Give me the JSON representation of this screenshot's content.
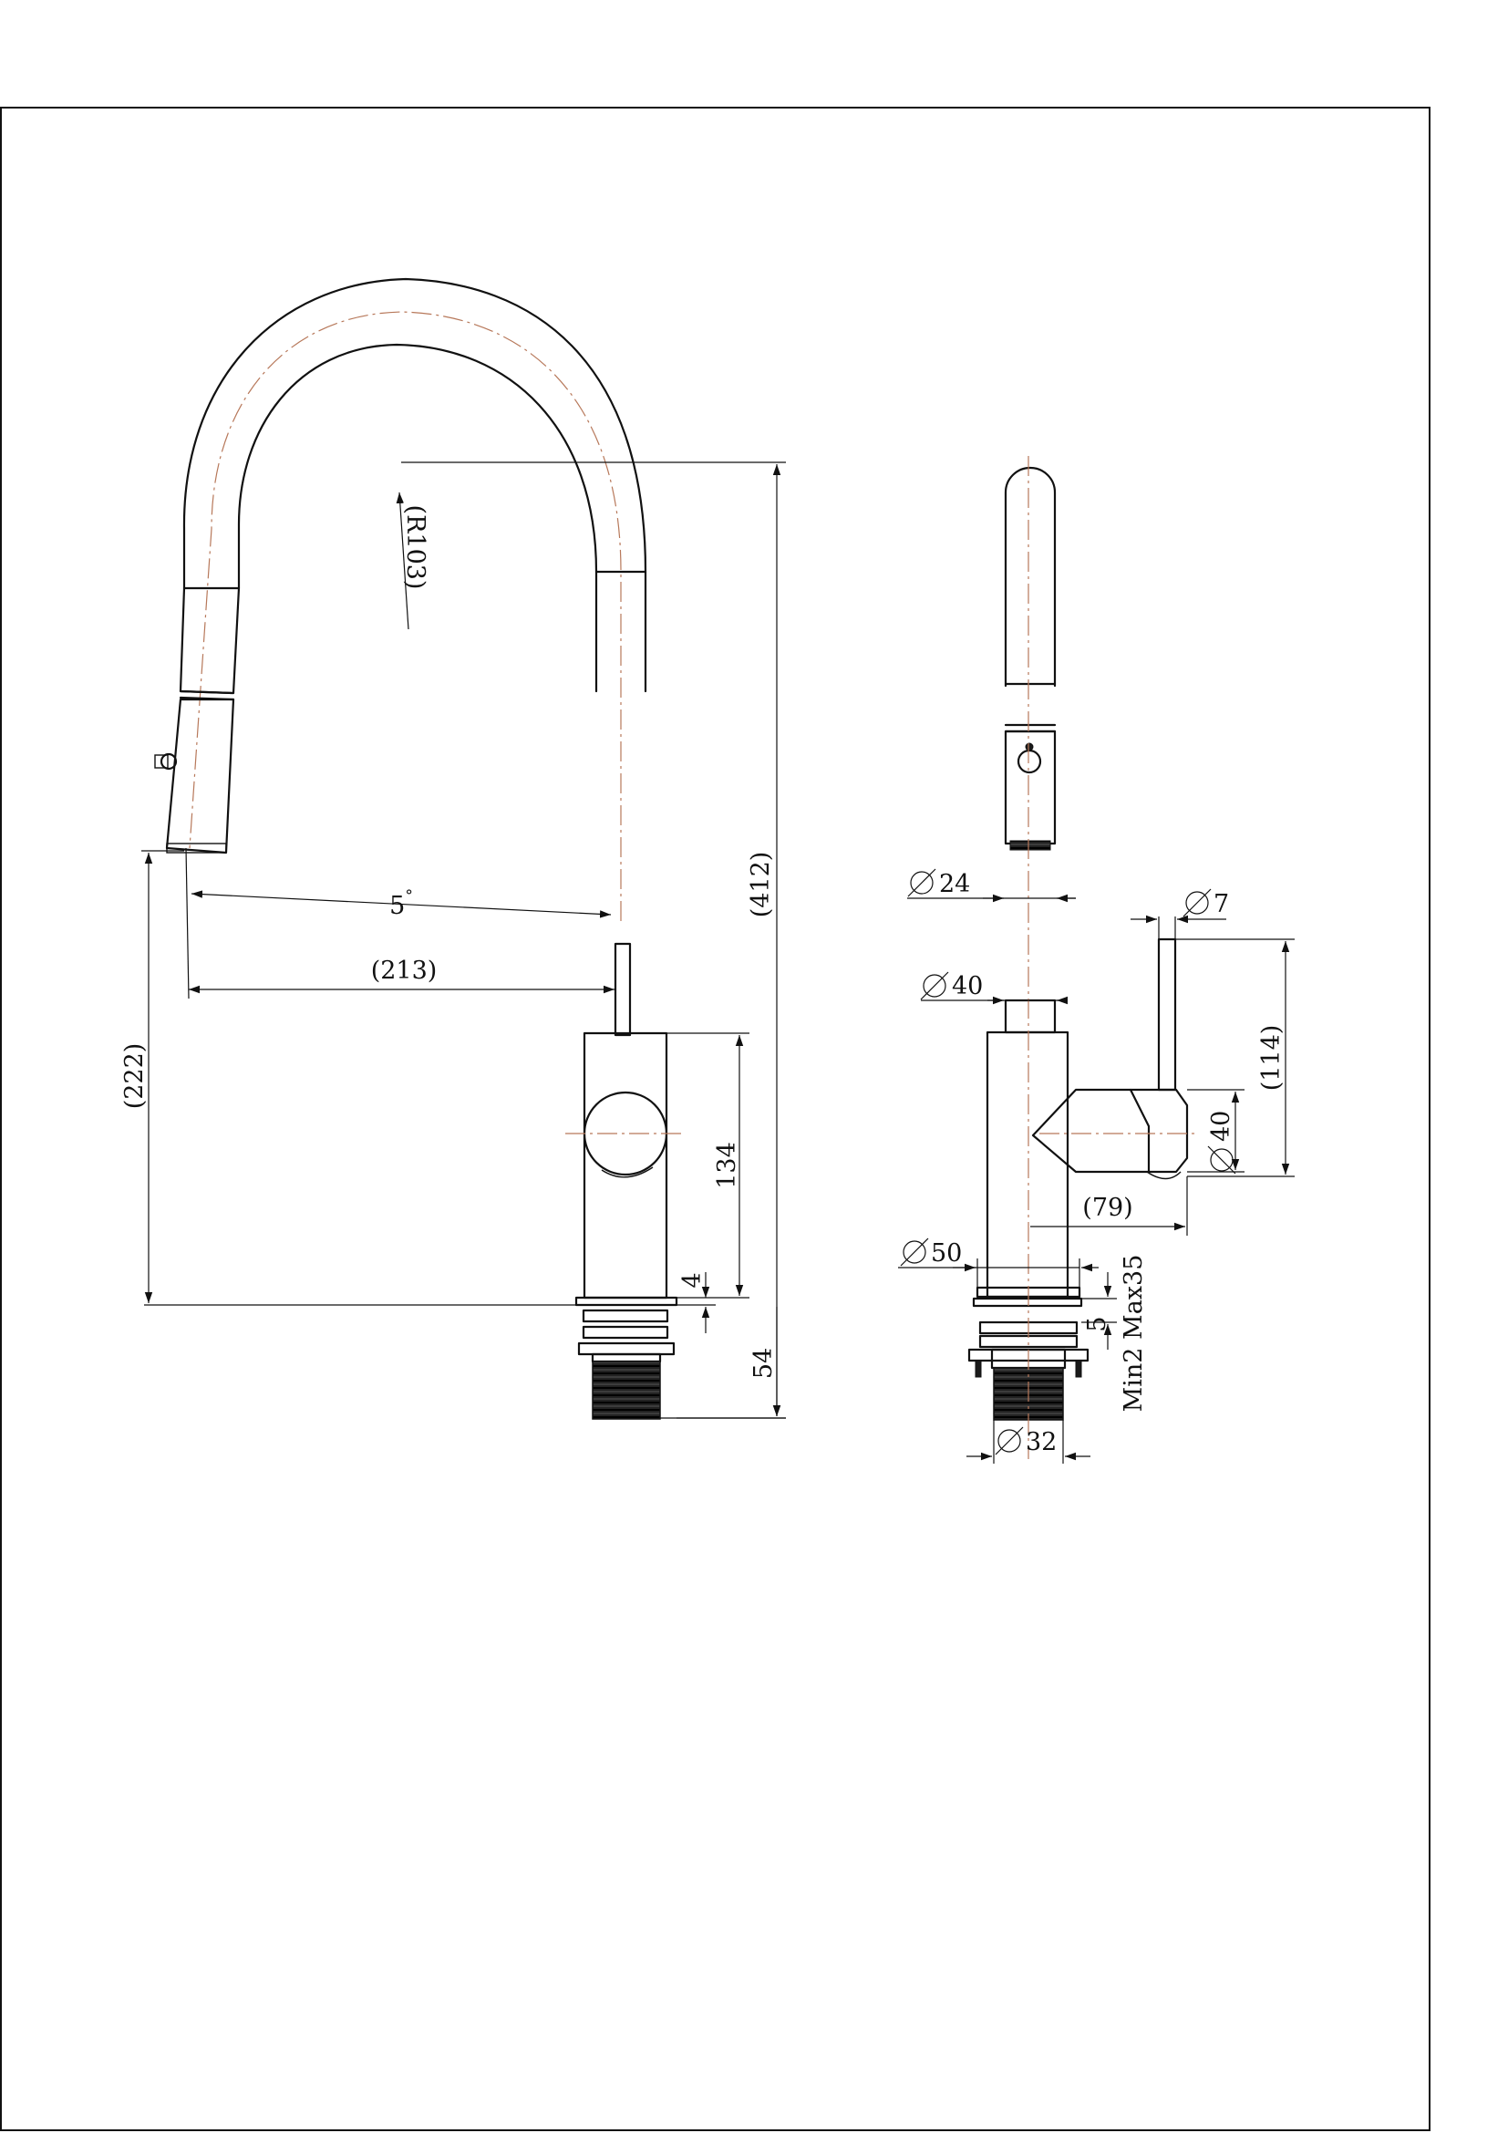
{
  "diagram": {
    "line_color": "#111111",
    "centerline_color": "#b7785a",
    "front_view": {
      "dimensions": {
        "radius": "(R103)",
        "angle": "5",
        "angle_unit": "°",
        "reach": "(213)",
        "spout_height": "(222)",
        "overall_height": "(412)",
        "body_height": "134",
        "base_gap": "4",
        "shank_length": "54"
      }
    },
    "side_view": {
      "dimensions": {
        "spout_diameter": "24",
        "handle_diameter": "7",
        "neck_diameter": "40",
        "handle_height": "(114)",
        "hub_diameter": "40",
        "handle_offset": "(79)",
        "base_diameter": "50",
        "deck_thickness": "Min2 Max35",
        "washer_gap": "5",
        "shank_diameter": "32"
      }
    }
  }
}
